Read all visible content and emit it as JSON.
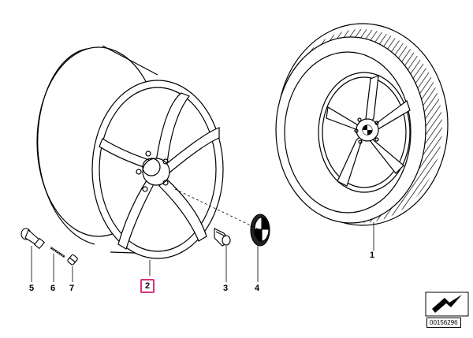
{
  "diagram": {
    "document_number": "00156296",
    "parts": [
      {
        "number": "1",
        "highlighted": false
      },
      {
        "number": "2",
        "highlighted": true
      },
      {
        "number": "3",
        "highlighted": false
      },
      {
        "number": "4",
        "highlighted": false
      },
      {
        "number": "5",
        "highlighted": false
      },
      {
        "number": "6",
        "highlighted": false
      },
      {
        "number": "7",
        "highlighted": false
      }
    ],
    "colors": {
      "line": "#000000",
      "highlight": "#d6337a",
      "background": "#ffffff"
    },
    "icons": [
      "wheel-rim-drawing",
      "tire-wheel-drawing",
      "wheel-bolt-drawing",
      "hub-cap-drawing",
      "valve-drawing",
      "arrow-icon"
    ]
  }
}
